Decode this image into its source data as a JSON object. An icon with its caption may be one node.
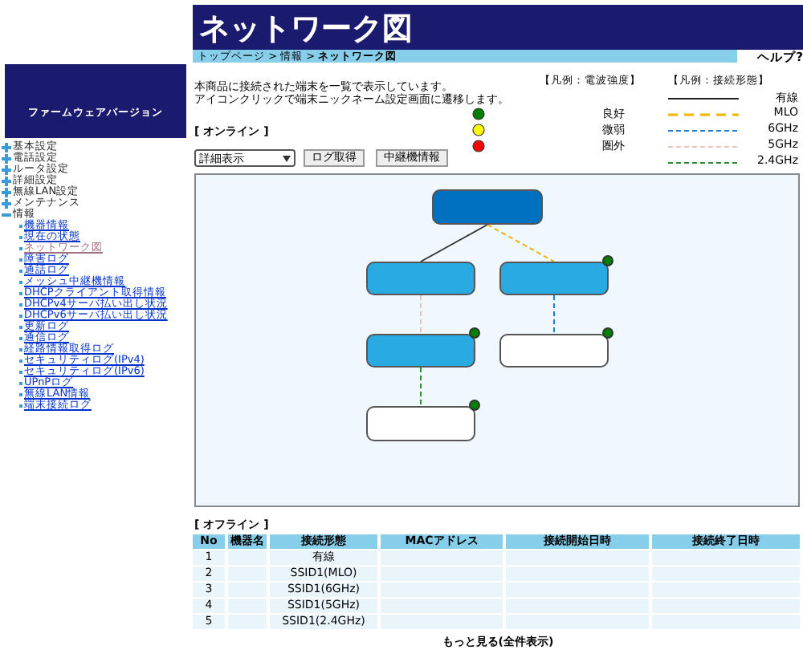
{
  "diagram": {
    "title": "ネットワーク図",
    "nodes": [
      {
        "text": [],
        "shape": "box"
      },
      {
        "text": [],
        "shape": "box"
      },
      {
        "text": [],
        "shape": "box"
      },
      {
        "text": [],
        "shape": "box"
      },
      {
        "text": [],
        "shape": "box"
      },
      {
        "text": [],
        "shape": "box"
      }
    ],
    "edges": [
      {
        "from": 0,
        "to": 1,
        "arrow": "none"
      },
      {
        "from": 0,
        "to": 2,
        "arrow": "none",
        "style": "dashed",
        "color": "#f0b400"
      },
      {
        "from": 1,
        "to": 3,
        "arrow": "none",
        "style": "dashed",
        "color": "#e8c4b8"
      },
      {
        "from": 2,
        "to": 4,
        "arrow": "none",
        "style": "dashed",
        "color": "#1e7fd0"
      },
      {
        "from": 3,
        "to": 5,
        "arrow": "none",
        "style": "dashed",
        "color": "#2e8b2e"
      }
    ],
    "labels": [
      "トップページ > 情報 > **ネットワーク図**",
      "ヘルプ?",
      "ファームウェアバージョン",
      "基本設定",
      "電話設定",
      "ルータ設定",
      "詳細設定",
      "無線LAN設定",
      "メンテナンス",
      "情報",
      "機器情報",
      "現在の状態",
      "ネットワーク図",
      "障害ログ",
      "通話ログ",
      "メッシュ中継機情報",
      "DHCPクライアント取得情報",
      "DHCPv4サーバ払い出し状況",
      "DHCPv6サーバ払い出し状況",
      "更新ログ",
      "通信ログ",
      "経路情報取得ログ",
      "セキュリティログ(IPv4)",
      "セキュリティログ(IPv6)",
      "UPnPログ",
      "無線LAN情報",
      "端末接続ログ",
      "本商品に接続された端末を一覧で表示しています。",
      "アイコンクリックで端末ニックネーム設定画面に遷移します。",
      "【凡例：電波強度】",
      "【凡例：接続形態】",
      "[ オンライン ]",
      "詳細表示",
      "ログ取得",
      "中継機情報",
      "[ オフライン ]",
      "No",
      "機器名",
      "接続形態",
      "MACアドレス",
      "接続開始日時",
      "接続終了日時",
      "1",
      "有線",
      "2",
      "SSID1(MLO)",
      "3",
      "SSID1(6GHz)",
      "4",
      "SSID1(5GHz)",
      "5",
      "SSID1(2.4GHz)",
      "もっと見る(全件表示)"
    ],
    "legend": [
      {
        "text": "良好",
        "color": "#008000"
      },
      {
        "text": "微弱",
        "color": "#ffff00"
      },
      {
        "text": "圏外",
        "color": "#ff0000"
      },
      {
        "text": "有線"
      },
      {
        "text": "MLO"
      },
      {
        "text": "6GHz"
      },
      {
        "text": "5GHz"
      },
      {
        "text": "2.4GHz"
      }
    ]
  }
}
